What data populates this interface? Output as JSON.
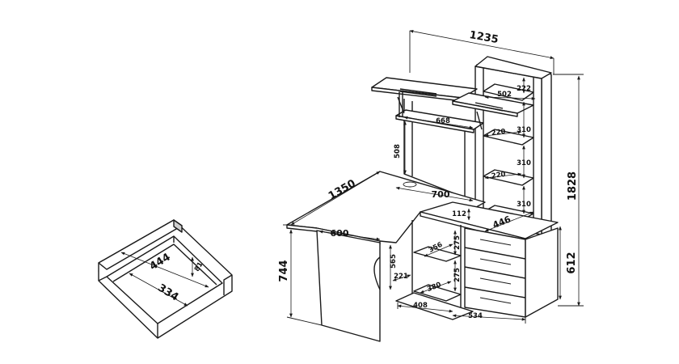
{
  "drawer": {
    "width": "444",
    "depth": "334",
    "height": "81"
  },
  "unit": {
    "overall_width": "1235",
    "overall_height": "1828",
    "desk_length": "1350",
    "desk_height": "744",
    "desk_top_depth": "600",
    "corner_top_depth": "700",
    "shelf_top_depth": "668",
    "hutch_gap_height": "508",
    "tower_shelf_top": "222",
    "hutch_door_width": "502",
    "tower_shelf_1_depth": "220",
    "tower_shelf_2_depth": "220",
    "tower_shelf_height_1": "310",
    "tower_shelf_height_2": "310",
    "tower_shelf_height_3": "310",
    "cabinet_inset": "112",
    "cabinet_depth": "446",
    "cabinet_height": "612",
    "leg_gap": "565",
    "leg_depth": "221",
    "open_shelf_depth": "356",
    "open_shelf_height_1": "275",
    "open_shelf_height_2": "275",
    "open_shelf_lower_depth": "380",
    "base_depth_left": "408",
    "base_depth_right": "534"
  }
}
